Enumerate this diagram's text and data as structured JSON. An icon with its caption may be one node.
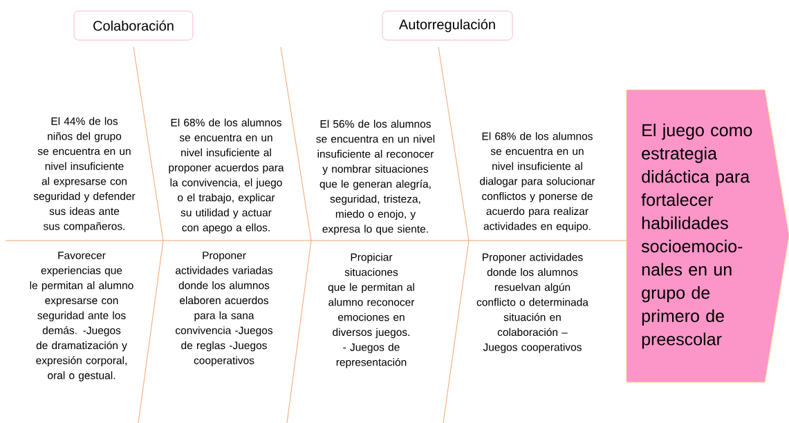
{
  "diagram": {
    "nodes": [
      {
        "text": [
          "Colaboración"
        ]
      },
      {
        "text": [
          "Autorregulación"
        ]
      },
      {
        "text": [
          "El juego como estrategia didáctica para fortalecer habilidades socioemocio- nales en un grupo de primero de preescolar"
        ]
      }
    ],
    "edges": [
      {
        "from": null,
        "to": 2,
        "arrow": "none"
      }
    ],
    "labels": [
      "El 44% de los niños del grupo se encuentra en un nivel insuficiente al expresarse con seguridad y defender sus ideas ante sus compañeros.",
      "El 68% de los alumnos se encuentra en un nivel insuficiente al proponer acuerdos para la convivencia, el juego o el trabajo, explicar su utilidad y actuar con apego a ellos.",
      "El 56% de los alumnos se encuentra en un nivel insuficiente al reconocer y nombrar situaciones que le generan alegría, seguridad, tristeza, miedo o enojo, y expresa lo que siente.",
      "El 68% de los alumnos se encuentra en un nivel insuficiente al dialogar para solucionar conflictos y ponerse de acuerdo para realizar actividades en equipo.",
      "Favorecer experiencias que le permitan al alumno expresarse con seguridad ante los demás. -Juegos de dramatización y expresión corporal, oral o gestual.",
      "Proponer actividades variadas donde los alumnos elaboren acuerdos para la sana convivencia -Juegos de reglas -Juegos cooperativos",
      "Propiciar situaciones que le permitan al alumno reconocer emociones en diversos juegos. - Juegos de representación",
      "Proponer actividades donde los alumnos resuelvan algún conflicto o determinada situación en colaboración –Juegos cooperativos"
    ]
  }
}
